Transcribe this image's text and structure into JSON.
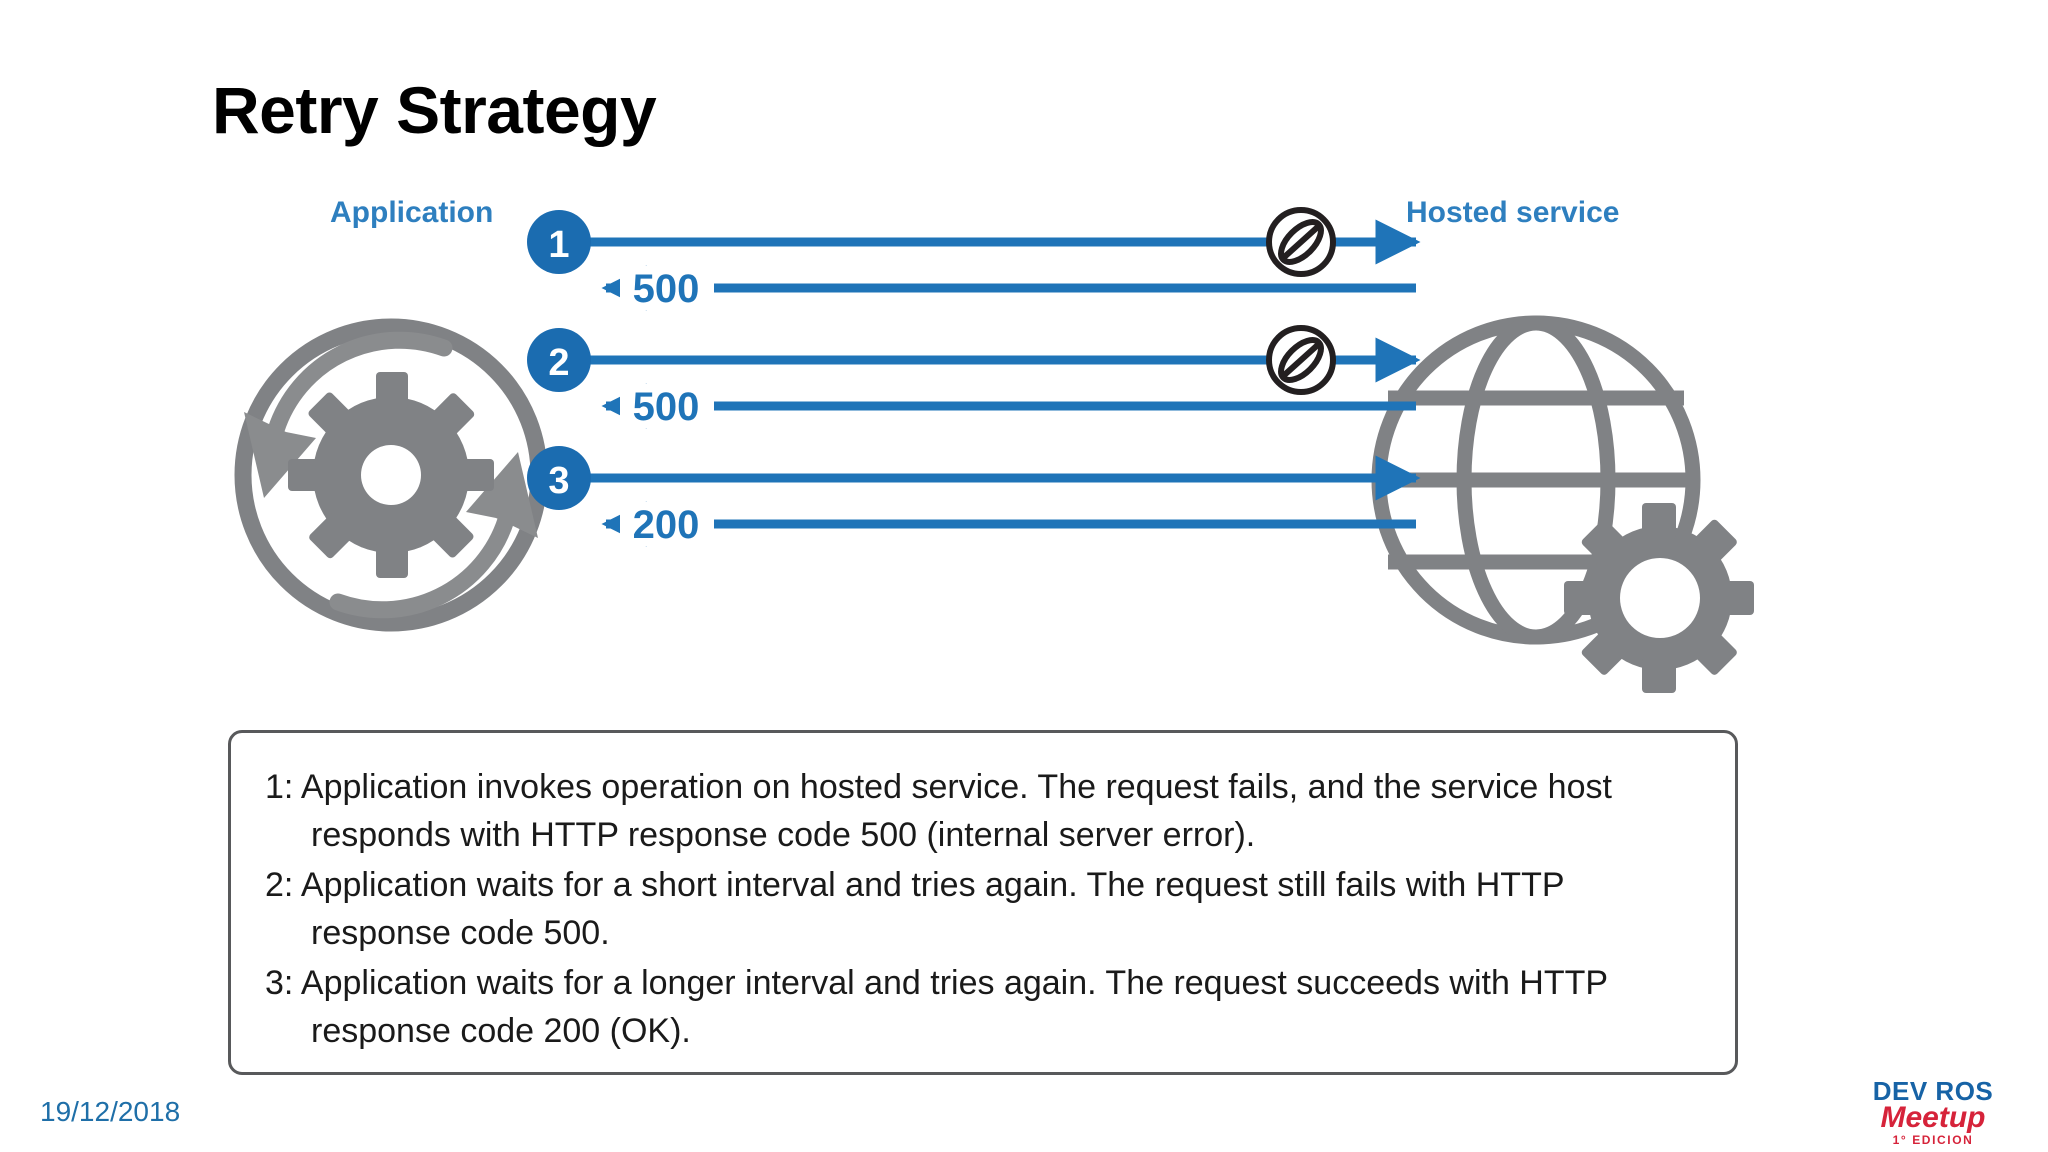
{
  "slide": {
    "title": "Retry Strategy",
    "background": "#ffffff"
  },
  "colors": {
    "accent_blue": "#1F74B8",
    "label_blue": "#2E7FBF",
    "icon_gray": "#808285",
    "box_border": "#58595B",
    "date_blue": "#1F6FA8",
    "logo_blue": "#1763A6",
    "logo_red": "#D6233A"
  },
  "diagram": {
    "left_node": {
      "label": "Application",
      "icon": "retry-gear-icon"
    },
    "right_node": {
      "label": "Hosted service",
      "icon": "globe-gear-icon"
    },
    "exchanges": [
      {
        "step": "1",
        "request_direction": "right",
        "blocked": true,
        "blocked_icon": "no-entry-icon",
        "response_code": "500",
        "response_direction": "left"
      },
      {
        "step": "2",
        "request_direction": "right",
        "blocked": true,
        "blocked_icon": "no-entry-icon",
        "response_code": "500",
        "response_direction": "left"
      },
      {
        "step": "3",
        "request_direction": "right",
        "blocked": false,
        "blocked_icon": "",
        "response_code": "200",
        "response_direction": "left"
      }
    ]
  },
  "caption": {
    "items": [
      "1: Application invokes operation on hosted service. The request fails, and the service host responds with HTTP response code 500 (internal server error).",
      "2: Application waits for a short interval and tries again. The request still fails with HTTP response code 500.",
      "3: Application waits for a longer interval and tries again. The request succeeds with HTTP response code 200 (OK)."
    ]
  },
  "footer": {
    "date": "19/12/2018",
    "logo": {
      "line1": "DEV ROS",
      "line2": "Meetup",
      "line3": "1° EDICION"
    }
  }
}
